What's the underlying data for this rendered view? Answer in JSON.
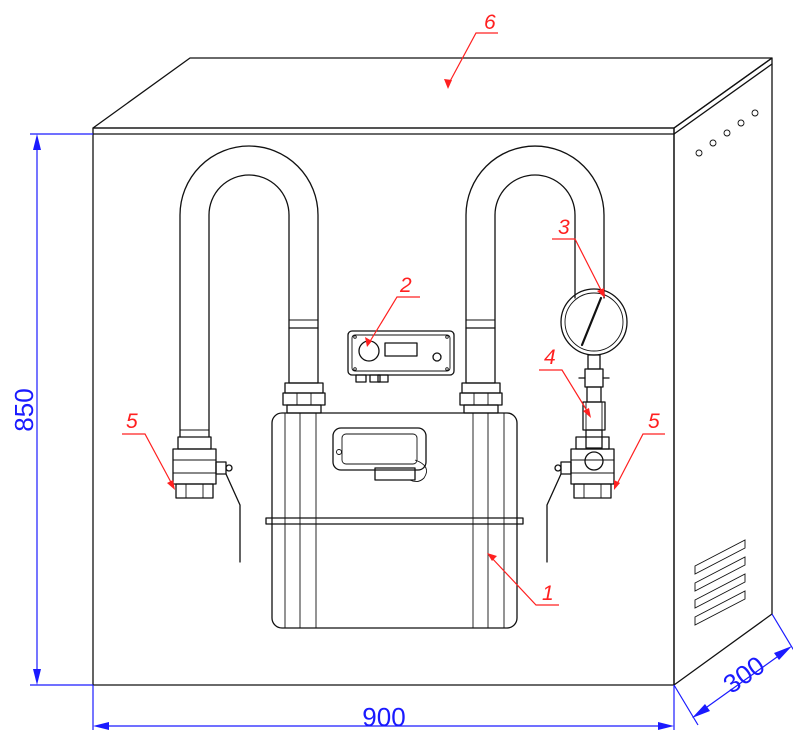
{
  "callouts": {
    "c1": "1",
    "c2": "2",
    "c3": "3",
    "c4": "4",
    "c5_left": "5",
    "c5_right": "5",
    "c6": "6"
  },
  "dimensions": {
    "height": "850",
    "width": "900",
    "depth": "300"
  },
  "colors": {
    "callout": "#ff2020",
    "dimension": "#1a1aff",
    "drawing": "#111111"
  }
}
